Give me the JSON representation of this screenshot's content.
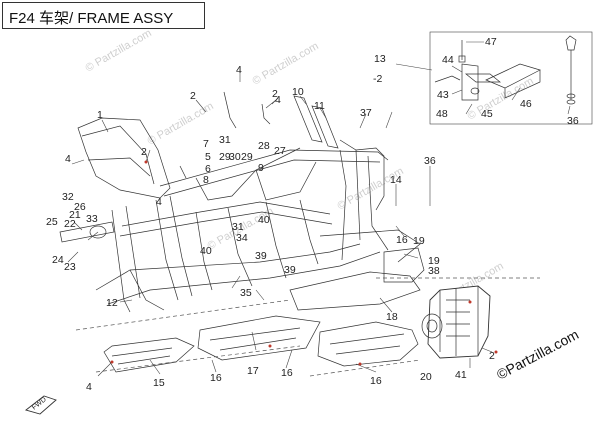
{
  "header": {
    "title": "F24 车架/ FRAME ASSY"
  },
  "watermark": {
    "text": "© Partzilla.com"
  },
  "brand": {
    "text": "©Partzilla.com"
  },
  "fwd_label": "FWD",
  "callouts": {
    "c1": "1",
    "c2a": "2",
    "c2b": "2",
    "c2c": "2",
    "c2d": "2",
    "c4a": "4",
    "c4b": "4",
    "c4c": "4",
    "c4d": "4",
    "c4e": "4",
    "c5": "5",
    "c6": "6",
    "c7": "7",
    "c8": "8",
    "c9": "9",
    "c10": "10",
    "c11": "11",
    "c12": "12",
    "c13": "13",
    "cneg2": "-2",
    "c14": "14",
    "c15": "15",
    "c16a": "16",
    "c16b": "16",
    "c16c": "16",
    "c16d": "16",
    "c17": "17",
    "c18": "18",
    "c19a": "19",
    "c19b": "19",
    "c20": "20",
    "c21": "21",
    "c22": "22",
    "c23": "23",
    "c24": "24",
    "c25": "25",
    "c26": "26",
    "c27": "27",
    "c28": "28",
    "c29a": "29",
    "c29b": "29",
    "c30": "30",
    "c31a": "31",
    "c31b": "31",
    "c32": "32",
    "c33": "33",
    "c34": "34",
    "c35": "35",
    "c36a": "36",
    "c36b": "36",
    "c37": "37",
    "c38": "38",
    "c39a": "39",
    "c39b": "39",
    "c40a": "40",
    "c40b": "40",
    "c41": "41",
    "c43": "43",
    "c44": "44",
    "c45": "45",
    "c46": "46",
    "c47": "47",
    "c48": "48"
  }
}
